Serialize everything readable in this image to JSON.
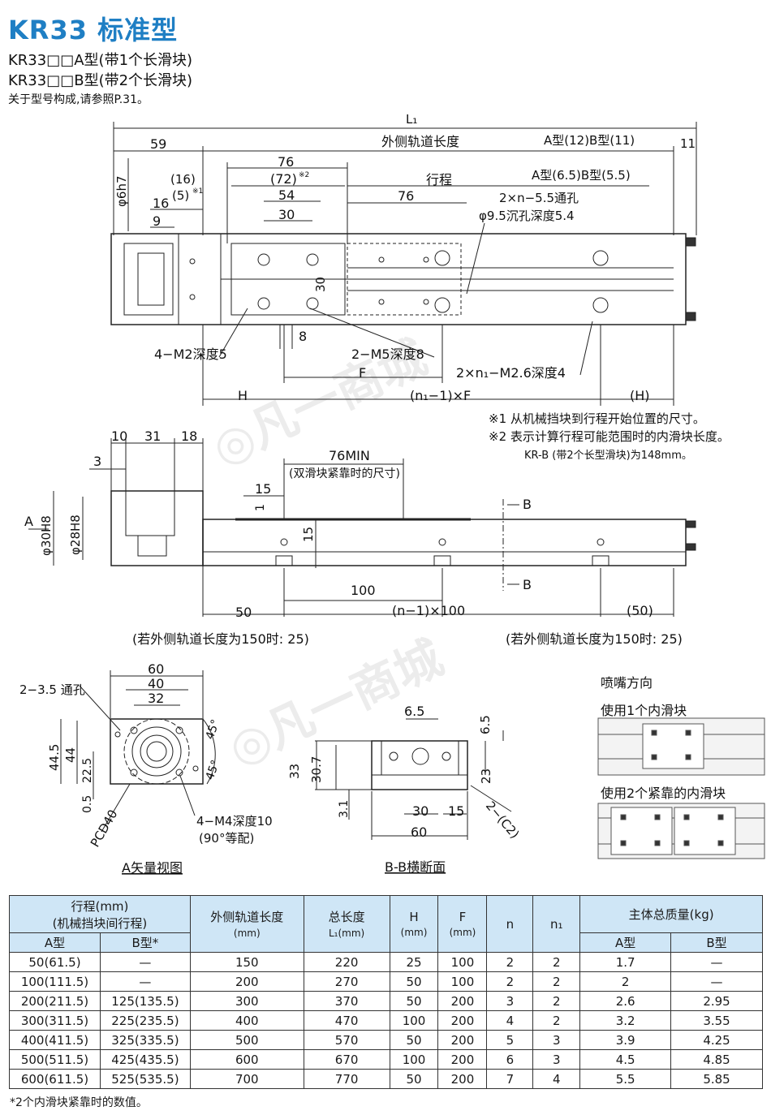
{
  "header": {
    "title": "KR33 标准型",
    "line1": "KR33□□A型(带1个长滑块)",
    "line2": "KR33□□B型(带2个长滑块)",
    "line3": "关于型号构成,请参照P.31。"
  },
  "top_view": {
    "L1": "L₁",
    "outer_rail": "外侧轨道长度",
    "d59": "59",
    "d76": "76",
    "d72": "(72)",
    "d72_note": "※2",
    "d16p": "(16)",
    "d5p": "(5)",
    "d5_note": "※1",
    "d54": "54",
    "d16": "16",
    "d9": "9",
    "d30": "30",
    "phi6h7": "φ6h7",
    "stroke": "行程",
    "d76b": "76",
    "ab_12_11": "A型(12)B型(11)",
    "d11": "11",
    "ab_65_55": "A型(6.5)B型(5.5)",
    "hole1": "2×n−5.5通孔",
    "hole2": "φ9.5沉孔深度5.4",
    "d30v": "30",
    "d8": "8",
    "m2": "4−M2深度5",
    "m5": "2−M5深度8",
    "m26": "2×n₁−M2.6深度4",
    "F": "F",
    "H": "H",
    "n1F": "(n₁−1)×F",
    "Hp": "(H)"
  },
  "notes": {
    "n1": "※1  从机械挡块到行程开始位置的尺寸。",
    "n2": "※2  表示计算行程可能范围时的内滑块长度。",
    "n3": "KR-B (带2个长型滑块)为148mm。"
  },
  "side_view": {
    "d10": "10",
    "d31": "31",
    "d18": "18",
    "d3": "3",
    "min76": "76MIN",
    "min76_sub": "(双滑块紧靠时的尺寸)",
    "d15": "15",
    "d1": "1",
    "d15v": "15",
    "phi30": "φ30H8",
    "phi28": "φ28H8",
    "A": "A",
    "B1": "B",
    "B2": "B",
    "d100": "100",
    "d50": "50",
    "n100": "(n−1)×100",
    "d50p": "(50)",
    "case_left": "(若外侧轨道长度为150时: 25)",
    "case_right": "(若外侧轨道长度为150时: 25)"
  },
  "a_view": {
    "label": "A矢量视图",
    "d60": "60",
    "d40": "40",
    "d32": "32",
    "hole": "2−3.5 通孔",
    "d445": "44.5",
    "d44": "44",
    "d225": "22.5",
    "d05": "0.5",
    "pcd": "PCD40",
    "a45a": "45°",
    "a45b": "45°",
    "m4": "4−M4深度10",
    "m4b": "(90°等配)"
  },
  "bb_view": {
    "label": "B-B横断面",
    "d65a": "6.5",
    "d65b": "6.5",
    "d33": "33",
    "d307": "30.7",
    "d23": "23",
    "d31": "3.1",
    "d30": "30",
    "d15": "15",
    "d60": "60",
    "c2": "2−(C2)"
  },
  "nozzle": {
    "title": "喷嘴方向",
    "one": "使用1个内滑块",
    "two": "使用2个紧靠的内滑块"
  },
  "table": {
    "h_stroke": "行程(mm)",
    "h_stroke2": "(机械挡块间行程)",
    "h_A": "A型",
    "h_B": "B型*",
    "h_outer": "外侧轨道长度",
    "h_outer_unit": "(mm)",
    "h_total": "总长度",
    "h_total_unit": "L₁(mm)",
    "h_H": "H",
    "h_H_unit": "(mm)",
    "h_F": "F",
    "h_F_unit": "(mm)",
    "h_n": "n",
    "h_n1": "n₁",
    "h_mass": "主体总质量(kg)",
    "h_mA": "A型",
    "h_mB": "B型",
    "rows": [
      [
        "50(61.5)",
        "—",
        "150",
        "220",
        "25",
        "100",
        "2",
        "2",
        "1.7",
        "—"
      ],
      [
        "100(111.5)",
        "—",
        "200",
        "270",
        "50",
        "100",
        "2",
        "2",
        "2",
        "—"
      ],
      [
        "200(211.5)",
        "125(135.5)",
        "300",
        "370",
        "50",
        "200",
        "3",
        "2",
        "2.6",
        "2.95"
      ],
      [
        "300(311.5)",
        "225(235.5)",
        "400",
        "470",
        "100",
        "200",
        "4",
        "2",
        "3.2",
        "3.55"
      ],
      [
        "400(411.5)",
        "325(335.5)",
        "500",
        "570",
        "50",
        "200",
        "5",
        "3",
        "3.9",
        "4.25"
      ],
      [
        "500(511.5)",
        "425(435.5)",
        "600",
        "670",
        "100",
        "200",
        "6",
        "3",
        "4.5",
        "4.85"
      ],
      [
        "600(611.5)",
        "525(535.5)",
        "700",
        "770",
        "50",
        "200",
        "7",
        "4",
        "5.5",
        "5.85"
      ]
    ]
  },
  "footnote": "*2个内滑块紧靠时的数值。"
}
